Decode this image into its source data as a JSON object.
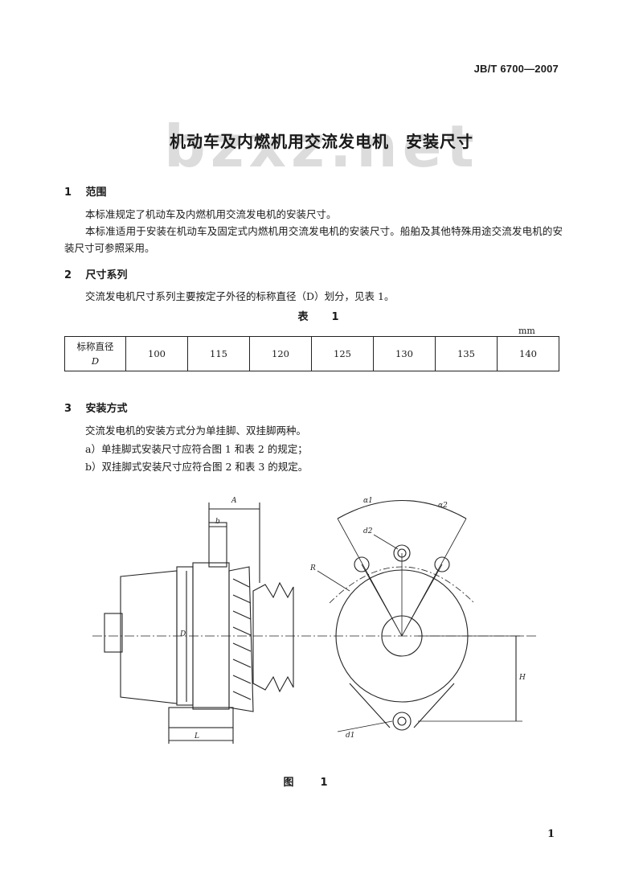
{
  "header": {
    "standard_number": "JB/T 6700—2007"
  },
  "watermark": "bzxz.net",
  "title": "机动车及内燃机用交流发电机　安装尺寸",
  "section1": {
    "number": "1",
    "heading": "范围",
    "para1": "本标准规定了机动车及内燃机用交流发电机的安装尺寸。",
    "para2": "本标准适用于安装在机动车及固定式内燃机用交流发电机的安装尺寸。船舶及其他特殊用途交流发电机的安装尺寸可参照采用。"
  },
  "section2": {
    "number": "2",
    "heading": "尺寸系列",
    "para1": "交流发电机尺寸系列主要按定子外径的标称直径（D）划分，见表 1。"
  },
  "table1": {
    "caption": "表　1",
    "unit": "mm",
    "header_line1": "标称直径",
    "header_line2": "D",
    "values": [
      "100",
      "115",
      "120",
      "125",
      "130",
      "135",
      "140"
    ]
  },
  "section3": {
    "number": "3",
    "heading": "安装方式",
    "para1": "交流发电机的安装方式分为单挂脚、双挂脚两种。",
    "item_a": "a）单挂脚式安装尺寸应符合图 1 和表 2 的规定；",
    "item_b": "b）双挂脚式安装尺寸应符合图 2 和表 3 的规定。"
  },
  "figure1": {
    "caption": "图　1",
    "labels": {
      "A": "A",
      "b": "b",
      "D": "D",
      "L": "L",
      "R": "R",
      "H": "H",
      "a1": "α1",
      "a2": "α2",
      "d1": "d1",
      "d2": "d2"
    }
  },
  "footer": {
    "page_number": "1"
  }
}
